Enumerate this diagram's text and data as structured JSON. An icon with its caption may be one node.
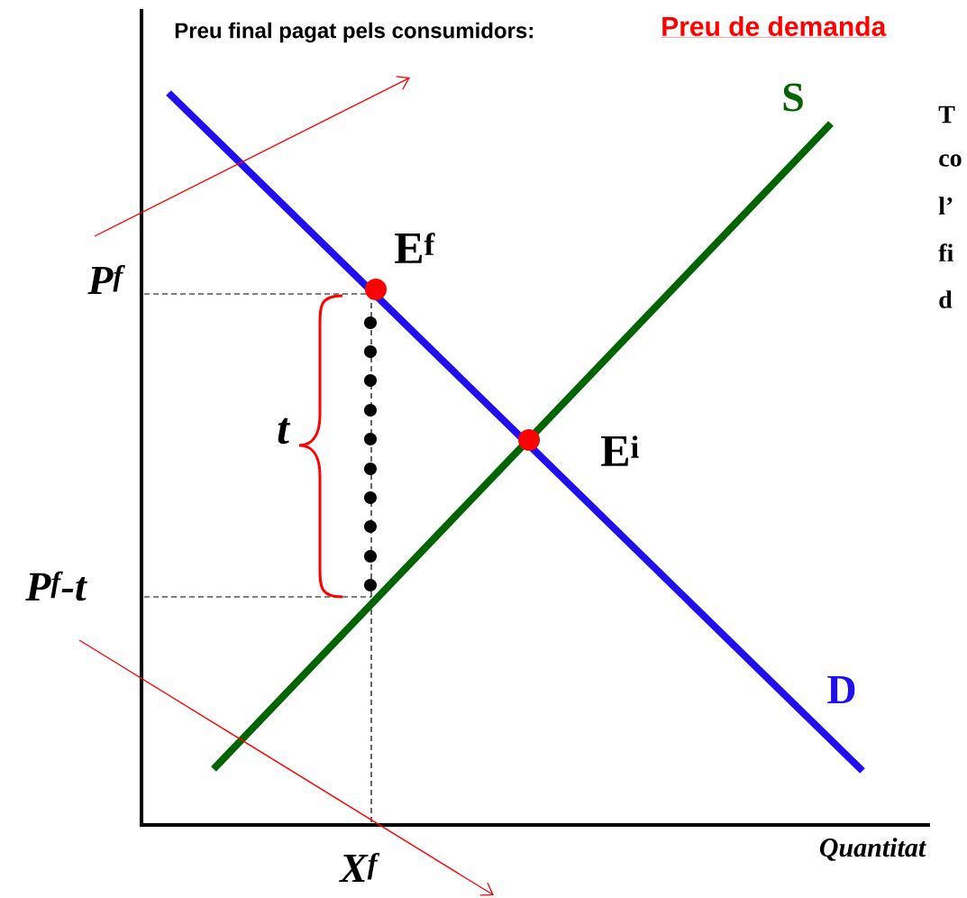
{
  "diagram": {
    "title": "Preu final pagat pels consumidors:",
    "nodes": [
      {
        "text": [
          "*P*$^{f}$"
        ]
      },
      {
        "text": [
          "*P*$^{f}$*-t*"
        ]
      }
    ],
    "edges": [
      {
        "from": 0,
        "to": null,
        "arrow": "to",
        "color": "#ff0000"
      },
      {
        "from": 1,
        "to": null,
        "arrow": "to",
        "color": "#ff0000"
      }
    ],
    "labels": [
      "Preu de demanda",
      "S",
      "T",
      "co",
      "l’",
      "fi",
      "d",
      "E$^{f}$",
      "t",
      "E$^{i}$",
      "D",
      "X$^{f}$",
      "Quantitat"
    ]
  }
}
